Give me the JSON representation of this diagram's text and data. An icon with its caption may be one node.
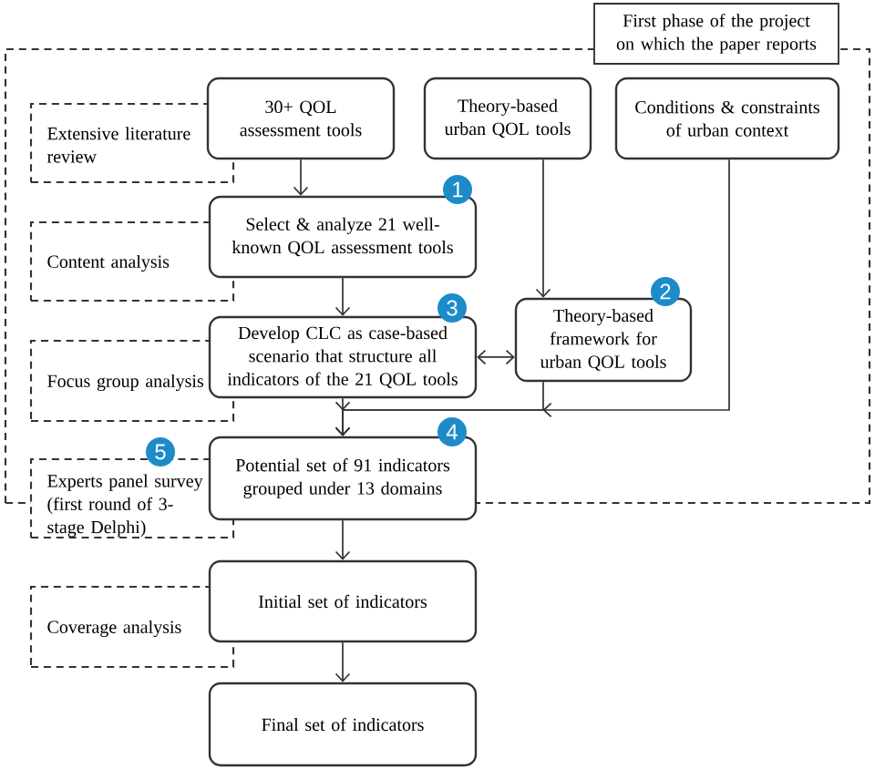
{
  "diagram": {
    "nodes": [
      {
        "text": [
          "First phase of the project on which the paper reports"
        ]
      },
      {
        "text": [
          "Extensive literature review"
        ],
        "in": 0
      },
      {
        "text": [
          "30+ QOL assessment tools"
        ],
        "in": 0
      },
      {
        "text": [
          "Theory-based urban QOL tools"
        ],
        "in": 0
      },
      {
        "text": [
          "Conditions & constraints of urban context"
        ],
        "in": 0
      },
      {
        "text": [
          "Content analysis"
        ],
        "in": 0
      },
      {
        "text": [
          "Select & analyze 21 well-known QOL assessment tools"
        ],
        "in": 0,
        "beside": [
          "1"
        ]
      },
      {
        "text": [
          "Focus group analysis"
        ],
        "in": 0
      },
      {
        "text": [
          "Develop CLC as case-based scenario that structure all indicators of the 21 QOL tools"
        ],
        "in": 0,
        "beside": [
          "3"
        ]
      },
      {
        "text": [
          "Theory-based framework for urban QOL tools"
        ],
        "in": 0,
        "beside": [
          "2"
        ]
      },
      {
        "text": [
          "Experts panel survey (first round of 3-stage Delphi)"
        ],
        "beside": [
          "5"
        ]
      },
      {
        "text": [
          "Potential set of 91 indicators grouped under 13 domains"
        ],
        "beside": [
          "4"
        ]
      },
      {
        "text": [
          "Coverage analysis"
        ]
      },
      {
        "text": [
          "Initial set of indicators"
        ]
      },
      {
        "text": [
          "Final set of indicators"
        ]
      }
    ],
    "edges": [
      {
        "from": 2,
        "to": 6,
        "arrow": "to"
      },
      {
        "from": 3,
        "to": 9,
        "arrow": "to"
      },
      {
        "from": 6,
        "to": 8,
        "arrow": "to"
      },
      {
        "from": 8,
        "to": 9,
        "arrow": "both"
      },
      {
        "from": 8,
        "to": 11,
        "arrow": "to"
      },
      {
        "from": 9,
        "to": 11,
        "arrow": "to"
      },
      {
        "from": 4,
        "to": 11,
        "arrow": "to"
      },
      {
        "from": 11,
        "to": 13,
        "arrow": "to"
      },
      {
        "from": 13,
        "to": 14,
        "arrow": "to"
      }
    ]
  }
}
